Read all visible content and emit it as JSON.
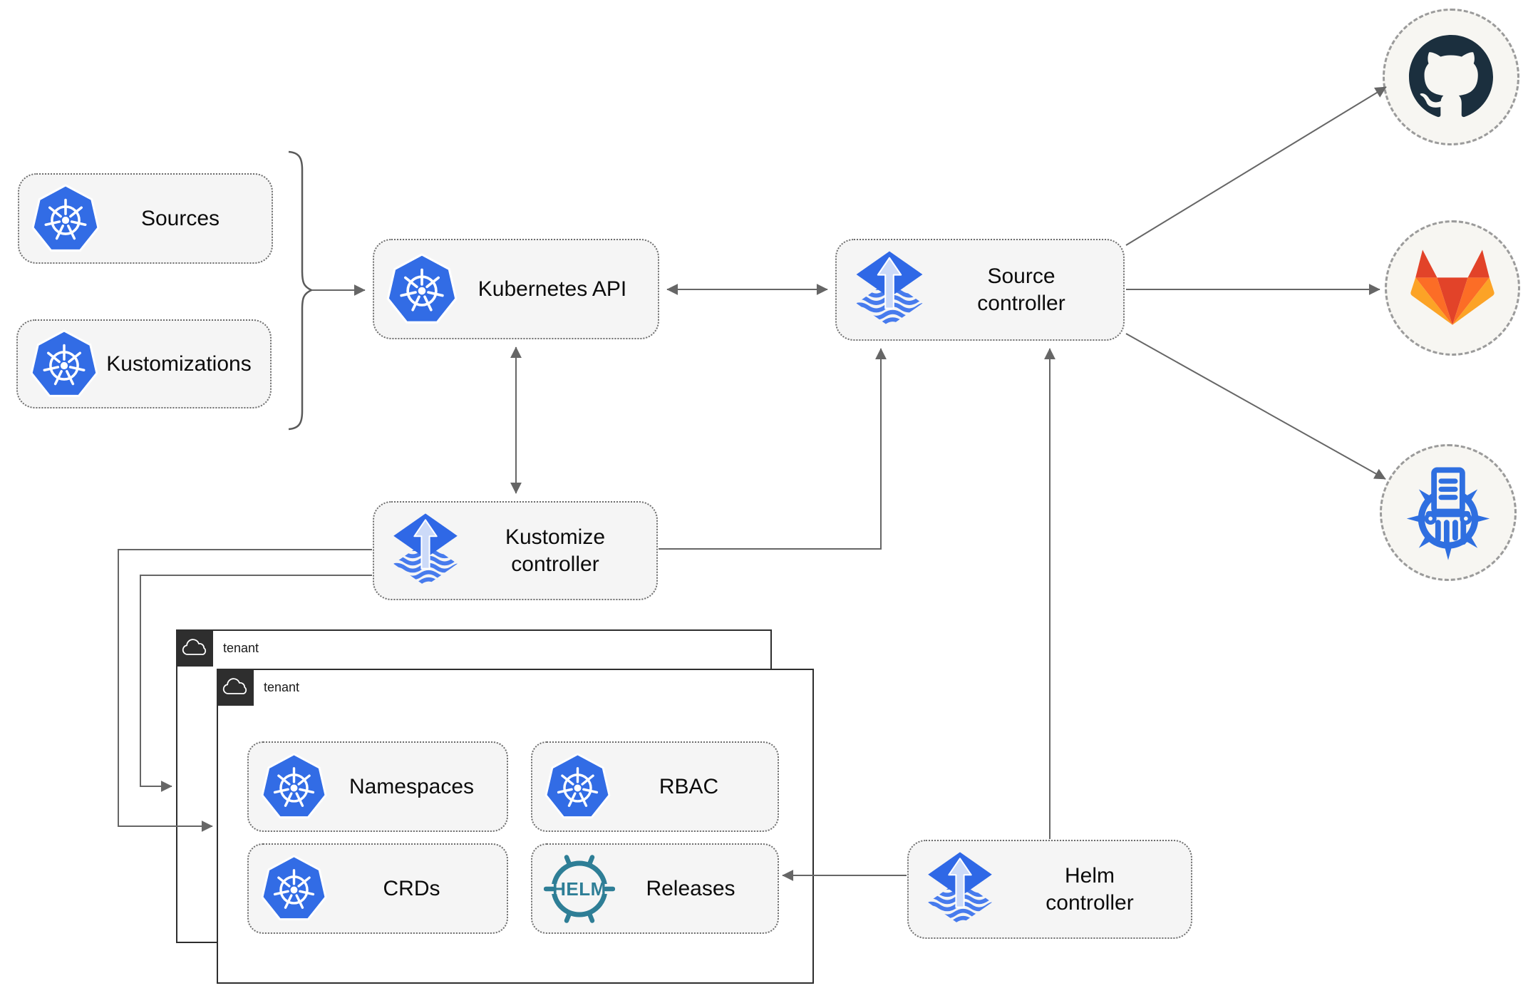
{
  "nodes": {
    "sources": "Sources",
    "kustomizations": "Kustomizations",
    "kubernetes_api": "Kubernetes API",
    "source_controller": "Source controller",
    "kustomize_controller": "Kustomize controller",
    "helm_controller": "Helm controller",
    "namespaces": "Namespaces",
    "rbac": "RBAC",
    "crds": "CRDs",
    "releases": "Releases"
  },
  "tenants": {
    "back_label": "tenant",
    "front_label": "tenant"
  },
  "helm_logo_text": "HELM",
  "providers": [
    "github",
    "gitlab",
    "helm-repository"
  ],
  "edges": [
    {
      "from": "sources-and-kustomizations-group",
      "to": "kubernetes-api",
      "style": "arrow"
    },
    {
      "from": "kubernetes-api",
      "to": "source-controller",
      "style": "double-arrow"
    },
    {
      "from": "kubernetes-api",
      "to": "kustomize-controller",
      "style": "double-arrow"
    },
    {
      "from": "kustomize-controller",
      "to": "source-controller",
      "style": "arrow"
    },
    {
      "from": "helm-controller",
      "to": "source-controller",
      "style": "arrow"
    },
    {
      "from": "helm-controller",
      "to": "releases",
      "style": "arrow"
    },
    {
      "from": "kustomize-controller",
      "to": "tenant-back",
      "style": "arrow"
    },
    {
      "from": "kustomize-controller",
      "to": "tenant-front",
      "style": "arrow"
    },
    {
      "from": "source-controller",
      "to": "github",
      "style": "arrow"
    },
    {
      "from": "source-controller",
      "to": "gitlab",
      "style": "arrow"
    },
    {
      "from": "source-controller",
      "to": "helm-repository",
      "style": "arrow"
    }
  ],
  "colors": {
    "kubernetes_blue": "#326ce5",
    "flux_blue": "#2f68e6",
    "flux_stripe_blue": "#477bed",
    "flux_arrow_pale": "#ccdaf8",
    "helm_teal": "#2e7e96",
    "registry_blue": "#2f6fe0",
    "github_dark": "#1b2f3e",
    "gitlab_red": "#e24329",
    "gitlab_orange": "#fc6d26",
    "gitlab_amber": "#fca326",
    "line_gray": "#666666",
    "node_fill": "#f5f5f5",
    "tenant_dark": "#2e2e2e"
  }
}
